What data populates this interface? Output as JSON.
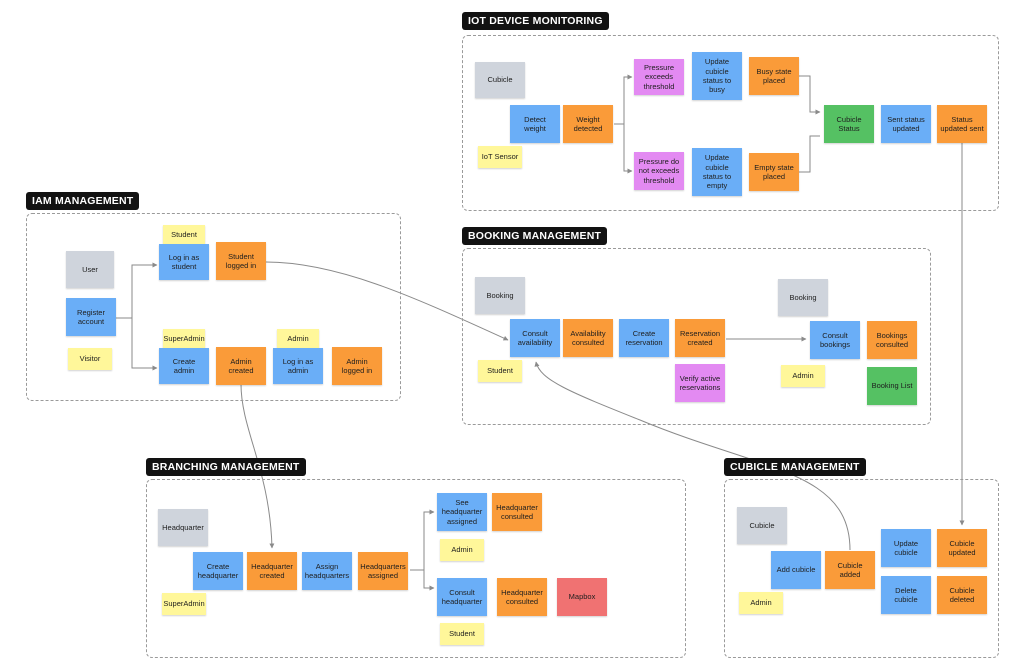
{
  "regions": {
    "iot": {
      "title": "IOT DEVICE MONITORING"
    },
    "iam": {
      "title": "IAM MANAGEMENT"
    },
    "booking": {
      "title": "BOOKING MANAGEMENT"
    },
    "branching": {
      "title": "BRANCHING MANAGEMENT"
    },
    "cubicle": {
      "title": "CUBICLE MANAGEMENT"
    }
  },
  "notes": {
    "iot_cubicle": "Cubicle",
    "iot_sensor": "IoT Sensor",
    "iot_detect_weight": "Detect weight",
    "iot_weight_detected": "Weight detected",
    "iot_pressure_exceeds": "Pressure exceeds threshold",
    "iot_pressure_not_exceeds": "Pressure do not exceeds threshold",
    "iot_update_busy": "Update cubicle status to busy",
    "iot_update_empty": "Update cubicle status to empty",
    "iot_busy_placed": "Busy state placed",
    "iot_empty_placed": "Empty state placed",
    "iot_cubicle_status": "Cubicle Status",
    "iot_sent_status": "Sent status updated",
    "iot_status_sent": "Status updated sent",
    "iam_user": "User",
    "iam_register": "Register account",
    "iam_visitor": "Visitor",
    "iam_student_actor": "Student",
    "iam_login_student": "Log in as student",
    "iam_student_logged": "Student logged in",
    "iam_superadmin_actor": "SuperAdmin",
    "iam_create_admin": "Create admin",
    "iam_admin_created": "Admin created",
    "iam_admin_actor": "Admin",
    "iam_login_admin": "Log in as admin",
    "iam_admin_logged": "Admin logged in",
    "bk_booking_1": "Booking",
    "bk_consult_availability": "Consult availability",
    "bk_student": "Student",
    "bk_availability_consulted": "Availability consulted",
    "bk_create_reservation": "Create reservation",
    "bk_reservation_created": "Reservation created",
    "bk_verify_active": "Verify active reservations",
    "bk_booking_2": "Booking",
    "bk_consult_bookings": "Consult bookings",
    "bk_bookings_consulted": "Bookings consulted",
    "bk_admin": "Admin",
    "bk_booking_list": "Booking List",
    "br_headquarter": "Headquarter",
    "br_create_hq": "Create headquarter",
    "br_hq_created": "Headquarter created",
    "br_superadmin": "SuperAdmin",
    "br_assign_hq": "Assign headquarters",
    "br_hq_assigned": "Headquarters assigned",
    "br_see_hq": "See headquarter assigned",
    "br_hq_consulted_1": "Headquarter consulted",
    "br_admin": "Admin",
    "br_consult_hq": "Consult headquarter",
    "br_hq_consulted_2": "Headquarter consulted",
    "br_mapbox": "Mapbox",
    "br_student": "Student",
    "cu_cubicle": "Cubicle",
    "cu_add_cubicle": "Add cubicle",
    "cu_cubicle_added": "Cubicle added",
    "cu_admin": "Admin",
    "cu_update_cubicle": "Update cubicle",
    "cu_cubicle_updated": "Cubicle updated",
    "cu_delete_cubicle": "Delete cubicle",
    "cu_cubicle_deleted": "Cubicle deleted"
  },
  "colors": {
    "command": "#6aaef7",
    "event": "#fa9b39",
    "actor": "#fff79a",
    "aggregate": "#cfd4dc",
    "read_model": "#55c163",
    "policy": "#e38af2",
    "external_system": "#f07272",
    "connector": "#8a8a8a"
  }
}
